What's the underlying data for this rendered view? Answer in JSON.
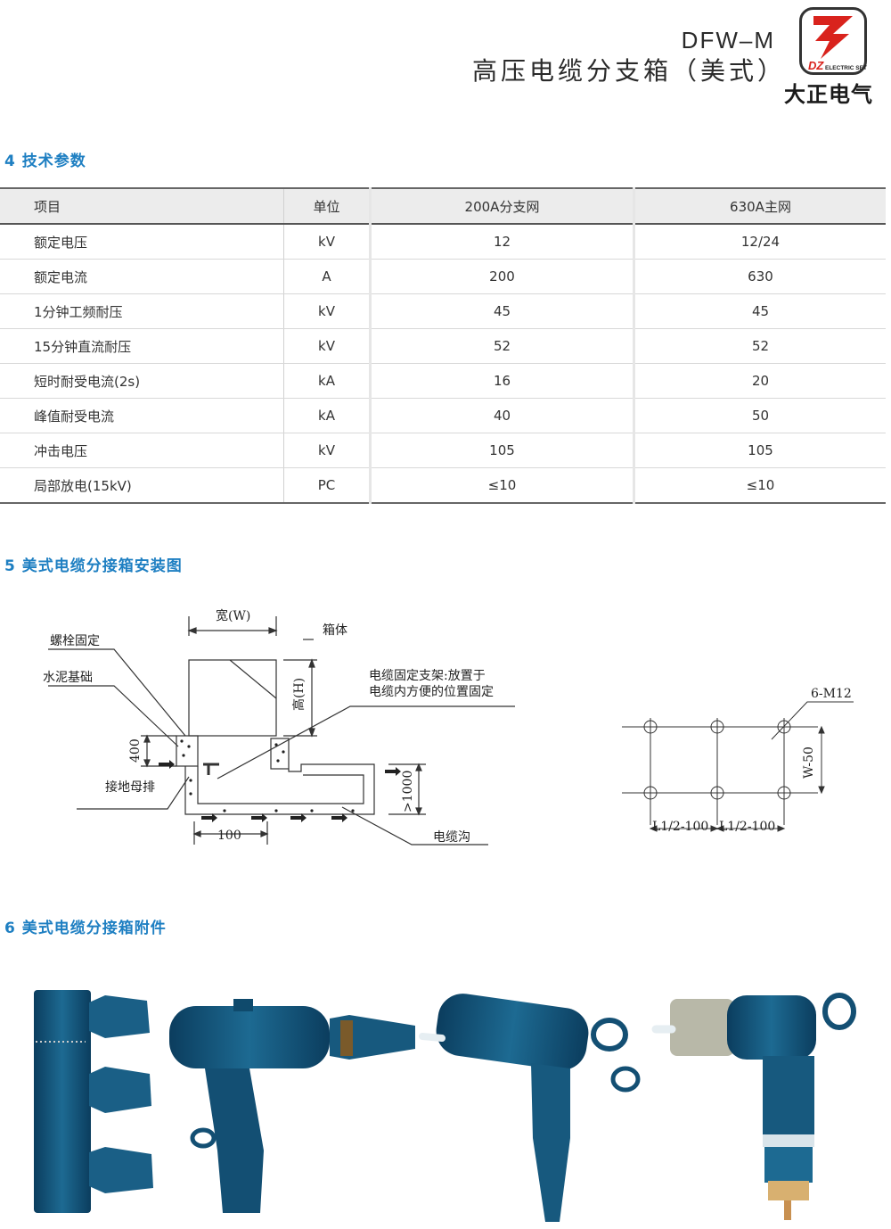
{
  "header": {
    "model": "DFW–M",
    "title": "高压电缆分支箱（美式）",
    "logo_text": "DZ",
    "logo_subtext": "ELECTRIC SET",
    "brand": "大正电气",
    "brand_color": "#d9231d"
  },
  "sections": {
    "s4": "4 技术参数",
    "s5": "5 美式电缆分接箱安装图",
    "s6": "6 美式电缆分接箱附件",
    "accent": "#1e7fc2"
  },
  "table": {
    "headers": [
      "项目",
      "单位",
      "200A分支网",
      "630A主网"
    ],
    "rows": [
      [
        "额定电压",
        "kV",
        "12",
        "12/24"
      ],
      [
        "额定电流",
        "A",
        "200",
        "630"
      ],
      [
        "1分钟工频耐压",
        "kV",
        "45",
        "45"
      ],
      [
        "15分钟直流耐压",
        "kV",
        "52",
        "52"
      ],
      [
        "短时耐受电流(2s)",
        "kA",
        "16",
        "20"
      ],
      [
        "峰值耐受电流",
        "kA",
        "40",
        "50"
      ],
      [
        "冲击电压",
        "kV",
        "105",
        "105"
      ],
      [
        "局部放电(15kV)",
        "PC",
        "≤10",
        "≤10"
      ]
    ]
  },
  "install_drawing": {
    "width_label": "宽(W)",
    "box_label": "箱体",
    "bolt_label": "螺栓固定",
    "cement_label": "水泥基础",
    "height_label": "高(H)",
    "bracket_label_1": "电缆固定支架:放置于",
    "bracket_label_2": "电缆内方便的位置固定",
    "dim_400": "400",
    "ground_label": "接地母排",
    "dim_1000": ">1000",
    "dim_100": "100",
    "trench_label": "电缆沟"
  },
  "hole_drawing": {
    "bolt_spec": "6-M12",
    "vertical_dim": "W-50",
    "h_dim_1": "L1/2-100",
    "h_dim_2": "L1/2-100"
  }
}
